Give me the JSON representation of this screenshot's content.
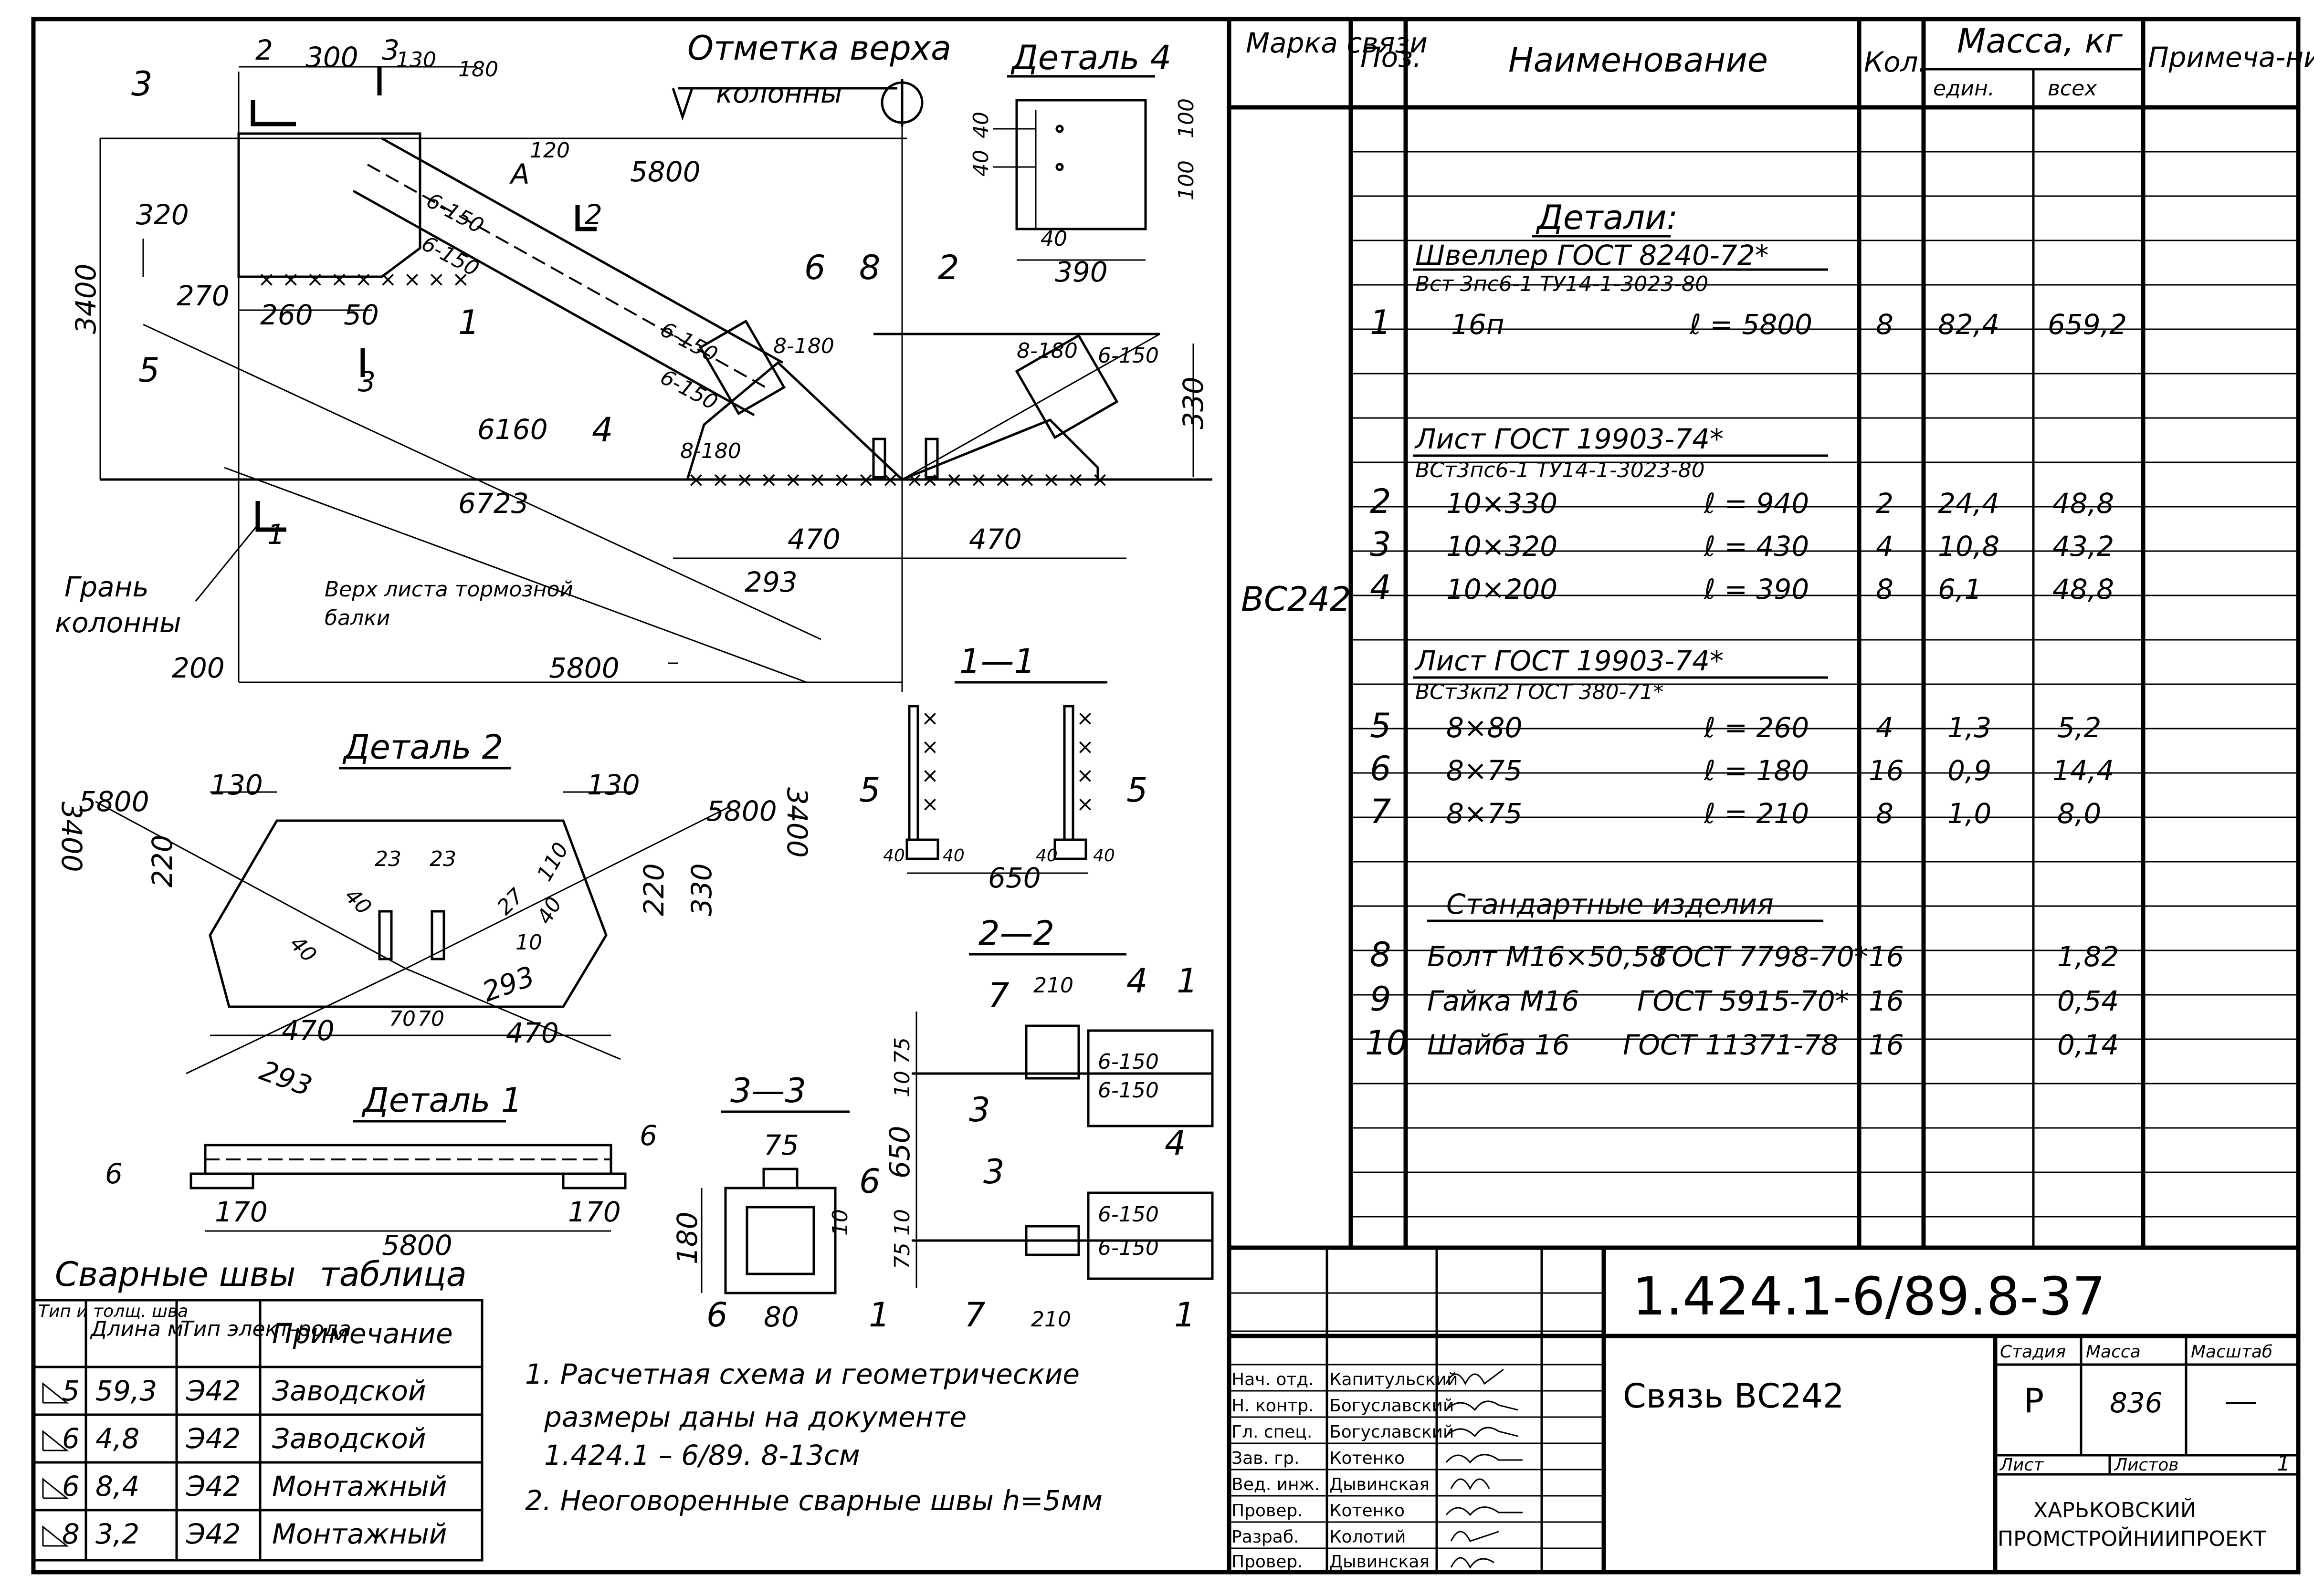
{
  "drawing": {
    "labels": {
      "top_mark": "Отметка верха",
      "column_word": "колонны",
      "column_face_1": "Грань",
      "column_face_2": "колонны",
      "brake_beam_1": "Верх листа тормозной",
      "brake_beam_2": "балки",
      "detail4": "Деталь 4",
      "detail2": "Деталь 2",
      "detail1": "Деталь 1",
      "sec11": "1—1",
      "sec22": "2—2",
      "sec33": "3—3",
      "tag_A": "A"
    },
    "dims": {
      "d300": "300",
      "d130": "130",
      "d180": "180",
      "d120": "120",
      "d5800": "5800",
      "d320": "320",
      "d3400": "3400",
      "d270": "270",
      "d260": "260",
      "d50": "50",
      "d6160": "6160",
      "d6723": "6723",
      "d293": "293",
      "d470": "470",
      "d200": "200",
      "d330": "330",
      "d40": "40",
      "d100": "100",
      "d390": "390",
      "d10": "10",
      "d80": "80",
      "d220": "220",
      "d23": "23",
      "d27": "27",
      "d110": "110",
      "d70": "70",
      "d170": "170",
      "d6": "6",
      "d650": "650",
      "d210": "210",
      "d75": "75",
      "w6150": "6-150",
      "w8180": "8-180",
      "p1": "1",
      "p2": "2",
      "p3": "3",
      "p4": "4",
      "p5": "5",
      "p6": "6",
      "p7": "7",
      "p8": "8"
    },
    "weld_table": {
      "title_left": "Сварные швы",
      "title_right": "таблица",
      "headers": [
        "Тип и толщ. шва",
        "Длина м",
        "Тип элект-рода",
        "Примечание"
      ],
      "rows": [
        [
          "5",
          "59,3",
          "Э42",
          "Заводской"
        ],
        [
          "6",
          "4,8",
          "Э42",
          "Заводской"
        ],
        [
          "6",
          "8,4",
          "Э42",
          "Монтажный"
        ],
        [
          "8",
          "3,2",
          "Э42",
          "Монтажный"
        ]
      ]
    },
    "notes": [
      "1. Расчетная схема и геометрические",
      "размеры даны на документе",
      "1.424.1 – 6/89. 8-13см",
      "2. Неоговоренные сварные швы h=5мм"
    ]
  },
  "spec": {
    "headers": {
      "mark": "Марка связи",
      "pos": "Поз.",
      "name": "Наименование",
      "qty": "Кол.",
      "mass": "Масса, кг",
      "mass_unit": "един.",
      "mass_all": "всех",
      "note": "Примеча-ние"
    },
    "mark_value": "ВС242",
    "sections": [
      {
        "title": "Детали:",
        "std1": "Швеллер   ГОСТ 8240-72*",
        "std2": "Вст 3пс6-1   ТУ14-1-3023-80"
      },
      {
        "title": "",
        "std1": "Лист   ГОСТ 19903-74*",
        "std2": "ВСт3пс6-1   ТУ14-1-3023-80"
      },
      {
        "title": "",
        "std1": "Лист   ГОСТ 19903-74*",
        "std2": "ВСт3кп2   ГОСТ 380-71*"
      },
      {
        "title": "Стандартные изделия",
        "std1": "",
        "std2": ""
      }
    ],
    "rows": [
      {
        "pos": "1",
        "name": "16п",
        "len": "ℓ = 5800",
        "qty": "8",
        "unit": "82,4",
        "all": "659,2"
      },
      {
        "pos": "2",
        "name": "10×330",
        "len": "ℓ = 940",
        "qty": "2",
        "unit": "24,4",
        "all": "48,8"
      },
      {
        "pos": "3",
        "name": "10×320",
        "len": "ℓ = 430",
        "qty": "4",
        "unit": "10,8",
        "all": "43,2"
      },
      {
        "pos": "4",
        "name": "10×200",
        "len": "ℓ = 390",
        "qty": "8",
        "unit": "6,1",
        "all": "48,8"
      },
      {
        "pos": "5",
        "name": "8×80",
        "len": "ℓ = 260",
        "qty": "4",
        "unit": "1,3",
        "all": "5,2"
      },
      {
        "pos": "6",
        "name": "8×75",
        "len": "ℓ = 180",
        "qty": "16",
        "unit": "0,9",
        "all": "14,4"
      },
      {
        "pos": "7",
        "name": "8×75",
        "len": "ℓ = 210",
        "qty": "8",
        "unit": "1,0",
        "all": "8,0"
      },
      {
        "pos": "8",
        "name": "Болт М16×50,58",
        "len": "ГОСТ 7798-70*",
        "qty": "16",
        "unit": "",
        "all": "1,82"
      },
      {
        "pos": "9",
        "name": "Гайка М16",
        "len": "ГОСТ 5915-70*",
        "qty": "16",
        "unit": "",
        "all": "0,54"
      },
      {
        "pos": "10",
        "name": "Шайба 16",
        "len": "ГОСТ 11371-78",
        "qty": "16",
        "unit": "",
        "all": "0,14"
      }
    ]
  },
  "title_block": {
    "doc_number": "1.424.1-6/89.8-37",
    "title": "Связь ВС242",
    "stage_label": "Стадия",
    "stage": "Р",
    "mass_label": "Масса",
    "mass": "836",
    "scale_label": "Масштаб",
    "scale": "—",
    "sheet_label": "Лист",
    "sheets_label": "Листов",
    "sheets": "1",
    "org1": "ХАРЬКОВСКИЙ",
    "org2": "ПРОМСТРОЙНИИПРОЕКТ",
    "people": [
      {
        "role": "Нач. отд.",
        "name": "Капитульский"
      },
      {
        "role": "Н. контр.",
        "name": "Богуславский"
      },
      {
        "role": "Гл. спец.",
        "name": "Богуславский"
      },
      {
        "role": "Зав. гр.",
        "name": "Котенко"
      },
      {
        "role": "Вед. инж.",
        "name": "Дывинская"
      },
      {
        "role": "Провер.",
        "name": "Котенко"
      },
      {
        "role": "Разраб.",
        "name": "Колотий"
      },
      {
        "role": "Провер.",
        "name": "Дывинская"
      }
    ]
  }
}
